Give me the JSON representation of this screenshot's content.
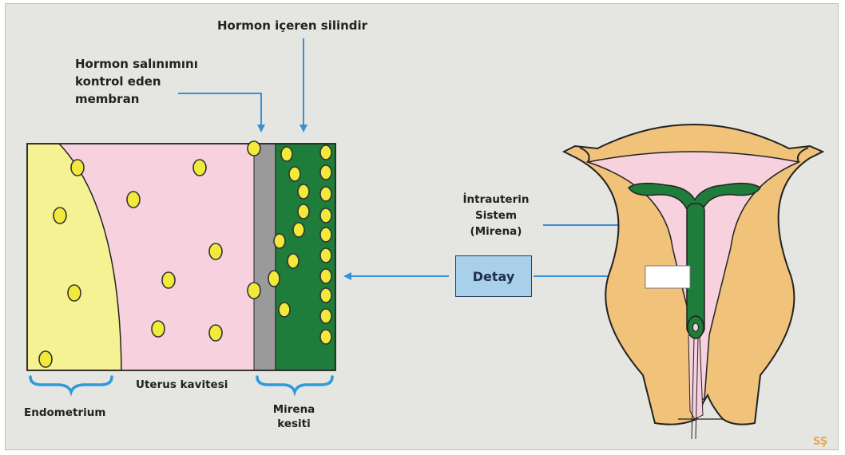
{
  "labels": {
    "hormone_cylinder": "Hormon içeren silindir",
    "membrane_line1": "Hormon salınımını",
    "membrane_line2": "kontrol eden",
    "membrane_line3": "membran",
    "ius_line1": "İntrauterin",
    "ius_line2": "Sistem",
    "ius_line3": "(Mirena)",
    "detail_button": "Detay",
    "endometrium": "Endometrium",
    "uterine_cavity": "Uterus kavitesi",
    "mirena_section_line1": "Mirena",
    "mirena_section_line2": "kesiti",
    "signature": "SŞ"
  },
  "colors": {
    "background": "#e5e6e2",
    "endometrium": "#f4f293",
    "cavity": "#f7d1de",
    "membrane": "#9a9a9a",
    "cylinder": "#1e7d3a",
    "hormone_dot": "#f2ea3a",
    "uterus": "#f0c27a",
    "arrow": "#3a90d6",
    "brace": "#2f9ad9",
    "detail_box": "#a8d0ea"
  }
}
